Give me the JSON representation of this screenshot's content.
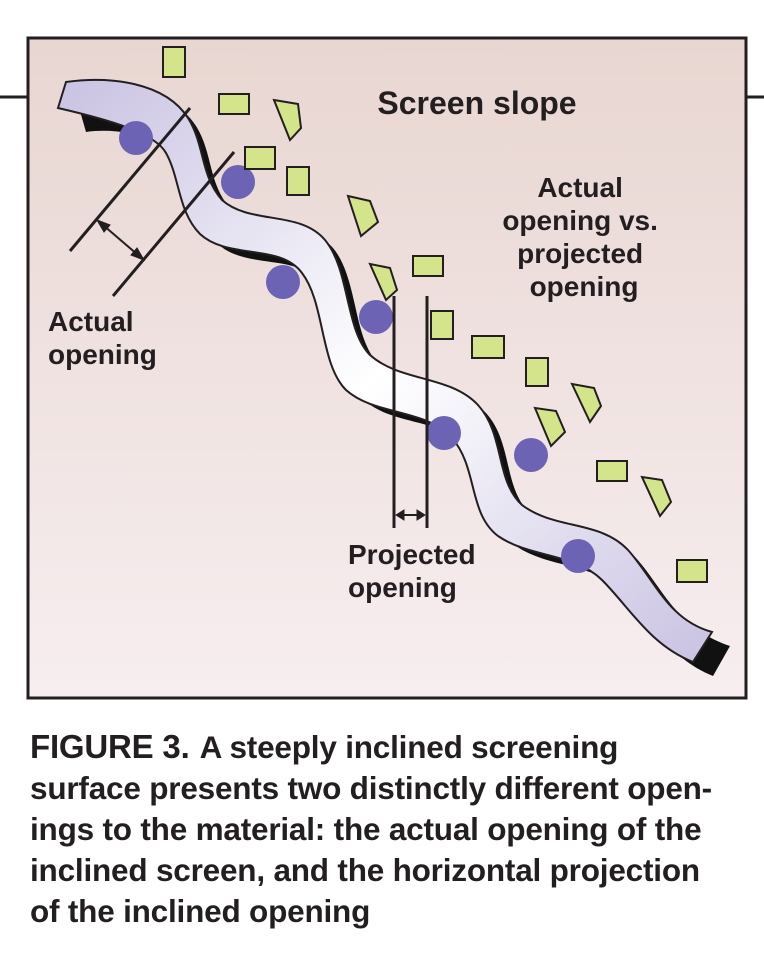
{
  "figure": {
    "labels": {
      "screen_slope": "Screen slope",
      "actual_vs_projected": [
        "Actual",
        "opening vs.",
        "projected",
        "opening"
      ],
      "actual_opening": [
        "Actual",
        "opening"
      ],
      "projected_opening": [
        "Projected",
        "opening"
      ]
    },
    "colors": {
      "background_top": "#e8d6d1",
      "background_bottom": "#f7eef0",
      "screen_light": "#ffffff",
      "screen_shade": "#c9c2e2",
      "screen_shadow": "#111111",
      "particle_round": "#6c63b4",
      "particle_angular": "#d3e48a",
      "outline": "#231f20"
    }
  },
  "caption": {
    "figure_number": "FIGURE 3.",
    "lines": [
      "A steeply inclined screening",
      "surface presents two distinctly different open-",
      "ings to the material: the actual opening of the",
      "inclined screen, and the horizontal projection",
      "of the inclined opening"
    ]
  }
}
